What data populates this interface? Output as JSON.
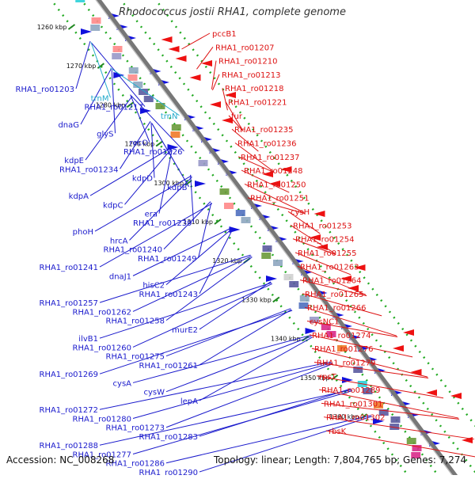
{
  "title": "Rhodococcus jostii RHA1, complete genome",
  "accession": "Accession: NC_008268",
  "topology": "Topology: linear; Length: 7,804,765 bp; Genes: 7,274",
  "colors": {
    "background": "#ffffff",
    "left_gene_label": "#1a1acc",
    "right_gene_label": "#dd1111",
    "rna_label": "#22aacc",
    "backbone": "#777777",
    "dotted_track": "#22aa22",
    "forward_arrow": "#1111dd",
    "reverse_arrow": "#ee1111"
  },
  "scale_ticks": [
    "1260 kbp",
    "1270 kbp",
    "1280 kbp",
    "1290 kbp",
    "1300 kbp",
    "1310 kbp",
    "1320 kbp",
    "1330 kbp",
    "1340 kbp",
    "1350 kbp",
    "1360 kbp"
  ],
  "left_labels": [
    {
      "text": "RHA1_ro01203",
      "type": "gene"
    },
    {
      "text": "trnM",
      "type": "rna"
    },
    {
      "text": "RHA1_ro01217",
      "type": "gene"
    },
    {
      "text": "trnN",
      "type": "rna"
    },
    {
      "text": "dnaG",
      "type": "gene"
    },
    {
      "text": "glyS",
      "type": "gene"
    },
    {
      "text": "recO",
      "type": "gene"
    },
    {
      "text": "RHA1_ro01226",
      "type": "gene"
    },
    {
      "text": "kdpE",
      "type": "gene"
    },
    {
      "text": "RHA1_ro01234",
      "type": "gene"
    },
    {
      "text": "kdpD",
      "type": "gene"
    },
    {
      "text": "kdpB",
      "type": "gene"
    },
    {
      "text": "kdpA",
      "type": "gene"
    },
    {
      "text": "kdpC",
      "type": "gene"
    },
    {
      "text": "era",
      "type": "gene"
    },
    {
      "text": "RHA1_ro01239",
      "type": "gene"
    },
    {
      "text": "phoH",
      "type": "gene"
    },
    {
      "text": "hrcA",
      "type": "gene"
    },
    {
      "text": "RHA1_ro01240",
      "type": "gene"
    },
    {
      "text": "RHA1_ro01249",
      "type": "gene"
    },
    {
      "text": "RHA1_ro01241",
      "type": "gene"
    },
    {
      "text": "dnaJ1",
      "type": "gene"
    },
    {
      "text": "hisC2",
      "type": "gene"
    },
    {
      "text": "RHA1_ro01243",
      "type": "gene"
    },
    {
      "text": "RHA1_ro01257",
      "type": "gene"
    },
    {
      "text": "RHA1_ro01262",
      "type": "gene"
    },
    {
      "text": "RHA1_ro01258",
      "type": "gene"
    },
    {
      "text": "murE2",
      "type": "gene"
    },
    {
      "text": "ilvB1",
      "type": "gene"
    },
    {
      "text": "RHA1_ro01260",
      "type": "gene"
    },
    {
      "text": "RHA1_ro01275",
      "type": "gene"
    },
    {
      "text": "RHA1_ro01261",
      "type": "gene"
    },
    {
      "text": "RHA1_ro01269",
      "type": "gene"
    },
    {
      "text": "cysA",
      "type": "gene"
    },
    {
      "text": "cysW",
      "type": "gene"
    },
    {
      "text": "lepA",
      "type": "gene"
    },
    {
      "text": "RHA1_ro01272",
      "type": "gene"
    },
    {
      "text": "RHA1_ro01280",
      "type": "gene"
    },
    {
      "text": "RHA1_ro01273",
      "type": "gene"
    },
    {
      "text": "RHA1_ro01283",
      "type": "gene"
    },
    {
      "text": "RHA1_ro01288",
      "type": "gene"
    },
    {
      "text": "RHA1_ro01277",
      "type": "gene"
    },
    {
      "text": "RHA1_ro01286",
      "type": "gene"
    },
    {
      "text": "RHA1_ro01290",
      "type": "gene"
    }
  ],
  "right_labels": [
    "pccB1",
    "RHA1_ro01207",
    "RHA1_ro01210",
    "RHA1_ro01213",
    "RHA1_ro01218",
    "RHA1_ro01221",
    "fur",
    "RHA1_ro01235",
    "RHA1_ro01236",
    "RHA1_ro01237",
    "RHA1_ro01248",
    "RHA1_ro01250",
    "RHA1_ro01251",
    "cysH",
    "RHA1_ro01253",
    "RHA1_ro01254",
    "RHA1_ro01255",
    "RHA1_ro01263",
    "RHA1_ro01264",
    "RHA1_ro01265",
    "RHA1_ro01266",
    "cysNC1",
    "RHA1_ro01274",
    "RHA1_ro01276",
    "RHA1_ro01279",
    "rpsT",
    "RHA1_ro01289",
    "RHA1_ro01301",
    "RHA1_ro01302",
    "rbsK"
  ]
}
